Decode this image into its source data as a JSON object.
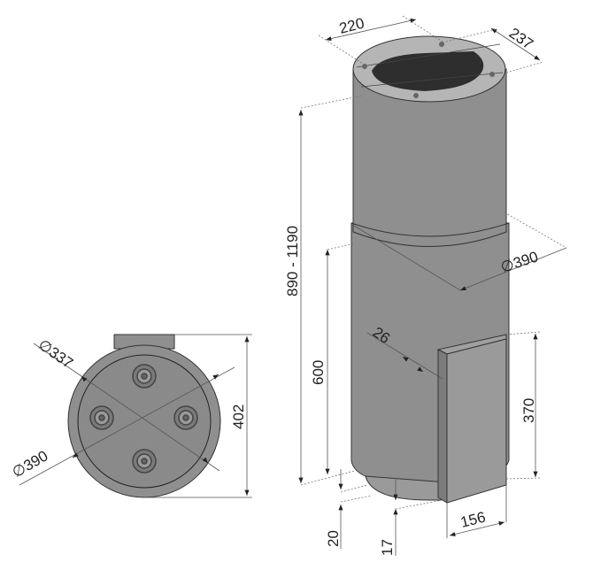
{
  "drawing": {
    "side_view": {
      "top_width": "220",
      "top_depth": "237",
      "height_range": "890 - 1190",
      "diameter": "∅390",
      "lower_height": "600",
      "panel_offset": "26",
      "panel_height": "370",
      "base_gap": "20",
      "base_height": "17",
      "panel_width": "156"
    },
    "bottom_view": {
      "inner_diameter": "∅337",
      "outer_diameter": "∅390",
      "total_depth": "402"
    }
  },
  "colors": {
    "body": "#8f8f8f",
    "dark": "#333333",
    "top": "#b5b5b5"
  }
}
